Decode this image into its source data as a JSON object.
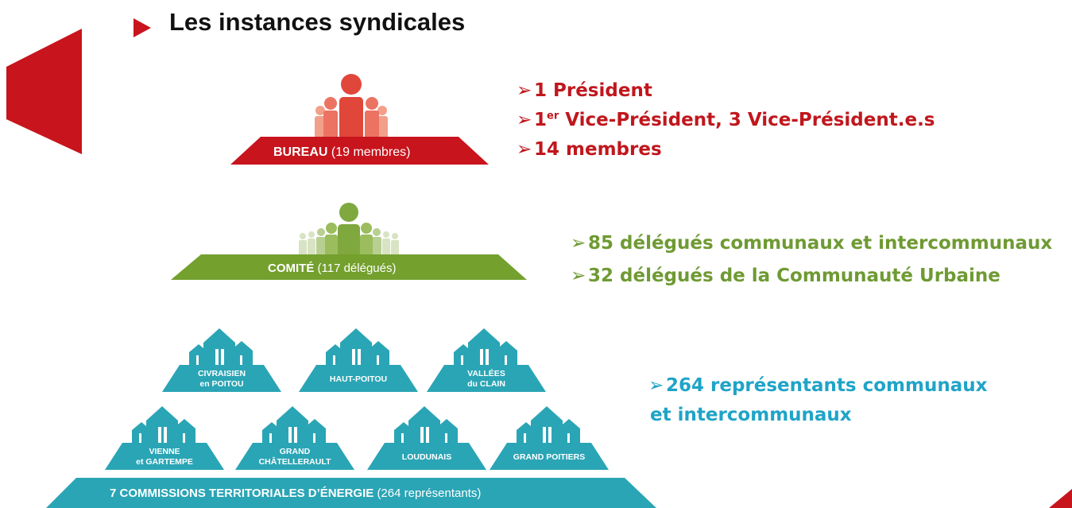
{
  "title": "Les instances syndicales",
  "colors": {
    "bureau": "#c8141c",
    "comite": "#74a02e",
    "cte": "#2aa5b5",
    "cte_text": "#1fa4c7",
    "title_arrow": "#c8141c"
  },
  "bureau": {
    "label": "BUREAU",
    "count": "(19 membres)",
    "bullets": [
      "1 Président",
      "1",
      "er",
      " Vice-Président, 3 Vice-Président.e.s",
      "14 membres"
    ]
  },
  "comite": {
    "label": "COMITÉ",
    "count": "(117 délégués)",
    "bullets": [
      "85 délégués communaux et intercommunaux",
      "32 délégués de la Communauté Urbaine"
    ]
  },
  "cte": {
    "label": "7 COMMISSIONS TERRITORIALES D’ÉNERGIE",
    "count": "(264 représentants)",
    "territories": [
      [
        "CIVRAISIEN",
        "en POITOU"
      ],
      [
        "HAUT-POITOU"
      ],
      [
        "VALLÉES",
        "du CLAIN"
      ],
      [
        "VIENNE",
        "et GARTEMPE"
      ],
      [
        "GRAND",
        "CHÂTELLERAULT"
      ],
      [
        "LOUDUNAIS"
      ],
      [
        "GRAND POITIERS"
      ]
    ],
    "bullets": [
      "264 représentants communaux",
      "et intercommunaux"
    ]
  },
  "icons": {
    "title_bullet": "right-triangle-icon",
    "list_bullet": "arrowhead-bullet-icon",
    "people": "people-group-icon",
    "houses": "houses-icon"
  }
}
